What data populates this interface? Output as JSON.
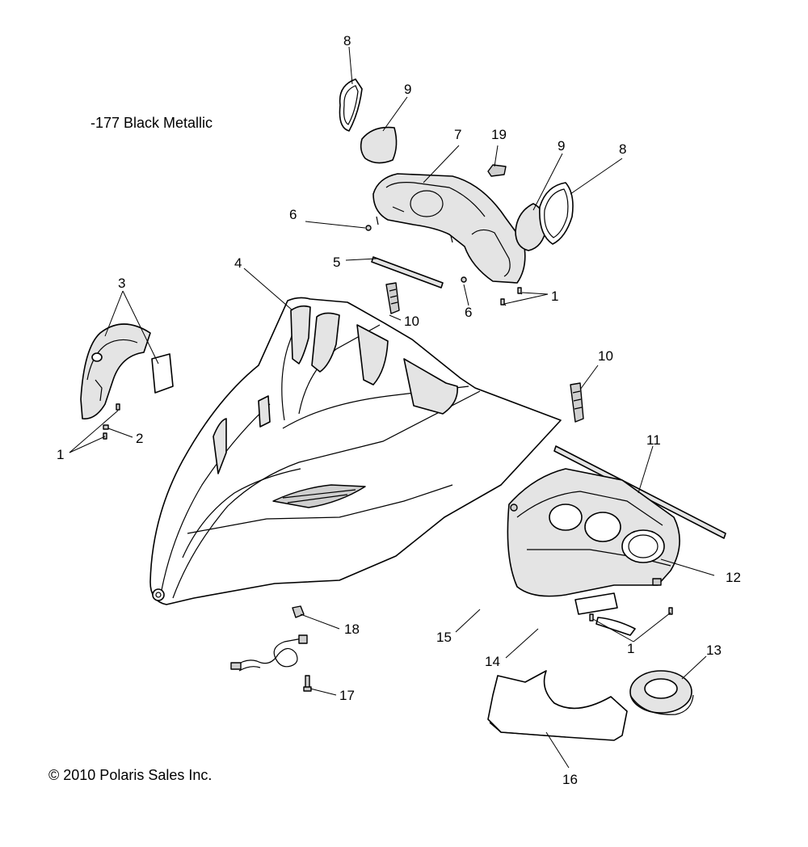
{
  "color_note": "-177  Black Metallic",
  "copyright": "© 2010 Polaris Sales Inc.",
  "callouts": [
    {
      "key": "c8a",
      "text": "8"
    },
    {
      "key": "c9a",
      "text": "9"
    },
    {
      "key": "c7",
      "text": "7"
    },
    {
      "key": "c19",
      "text": "19"
    },
    {
      "key": "c9b",
      "text": "9"
    },
    {
      "key": "c8b",
      "text": "8"
    },
    {
      "key": "c6a",
      "text": "6"
    },
    {
      "key": "c5",
      "text": "5"
    },
    {
      "key": "c4",
      "text": "4"
    },
    {
      "key": "c3",
      "text": "3"
    },
    {
      "key": "c10a",
      "text": "10"
    },
    {
      "key": "c6b",
      "text": "6"
    },
    {
      "key": "c1a",
      "text": "1"
    },
    {
      "key": "c10b",
      "text": "10"
    },
    {
      "key": "c2",
      "text": "2"
    },
    {
      "key": "c1b",
      "text": "1"
    },
    {
      "key": "c11",
      "text": "11"
    },
    {
      "key": "c12",
      "text": "12"
    },
    {
      "key": "c18",
      "text": "18"
    },
    {
      "key": "c15",
      "text": "15"
    },
    {
      "key": "c14",
      "text": "14"
    },
    {
      "key": "c1c",
      "text": "1"
    },
    {
      "key": "c13",
      "text": "13"
    },
    {
      "key": "c17",
      "text": "17"
    },
    {
      "key": "c16",
      "text": "16"
    }
  ]
}
